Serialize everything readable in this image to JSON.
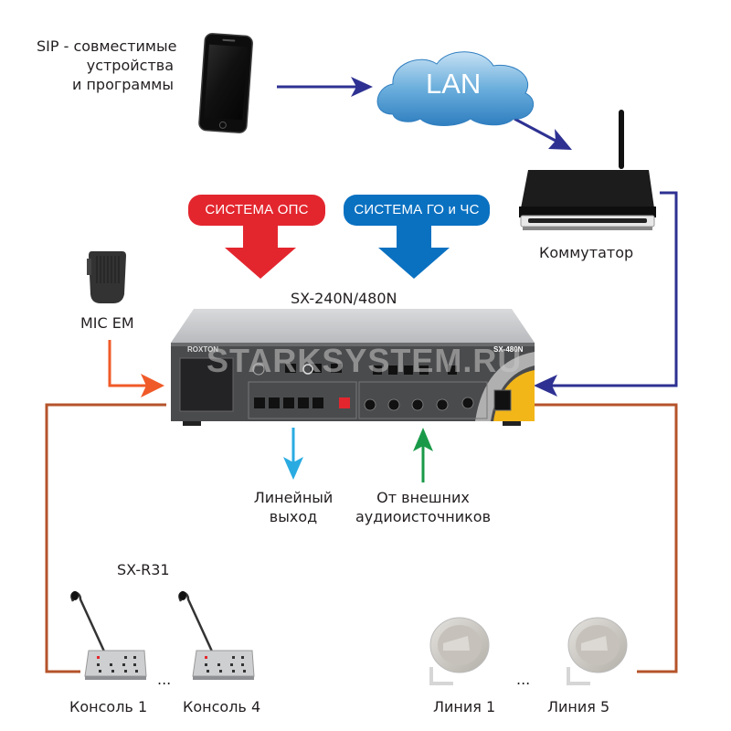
{
  "diagram": {
    "title": "SX-240N/480N connection diagram",
    "watermark": "STARKSYSTEM.RU",
    "colors": {
      "network_wire": "#2e3192",
      "audio_wire": "#b5532a",
      "mic_arrow": "#f05a28",
      "line_out_arrow": "#29abe2",
      "ext_audio_arrow": "#1a9a48",
      "ops_system": "#e3262e",
      "go_chs_system": "#0a71c1",
      "background": "#ffffff"
    },
    "nodes": {
      "sip": {
        "label_lines": [
          "SIP - совместимые",
          "устройства",
          "и программы"
        ],
        "icon": "smartphone-icon"
      },
      "lan": {
        "label": "LAN",
        "icon": "cloud-icon"
      },
      "router": {
        "label": "Коммутатор",
        "icon": "router-icon"
      },
      "ops": {
        "label": "СИСТЕМА ОПС"
      },
      "go_chs": {
        "label": "СИСТЕМА ГО и ЧС"
      },
      "amplifier": {
        "label": "SX-240N/480N",
        "icon": "amplifier-icon",
        "brand": "ROXTON",
        "front_model": "SX-480N"
      },
      "mic": {
        "label": "MIC EM",
        "icon": "handheld-microphone-icon"
      },
      "line_out": {
        "label_lines": [
          "Линейный",
          "выход"
        ]
      },
      "ext_audio": {
        "label_lines": [
          "От внешних",
          "аудиоисточников"
        ]
      },
      "consoles": {
        "model": "SX-R31",
        "items": [
          {
            "label": "Консоль 1"
          },
          {
            "label": "Консоль 4"
          }
        ],
        "ellipsis": "..."
      },
      "lines": {
        "items": [
          {
            "label": "Линия 1"
          },
          {
            "label": "Линия 5"
          }
        ],
        "ellipsis": "..."
      }
    },
    "connections": [
      {
        "from": "sip",
        "to": "lan",
        "type": "network"
      },
      {
        "from": "lan",
        "to": "router",
        "type": "network"
      },
      {
        "from": "router",
        "to": "amplifier",
        "type": "network"
      },
      {
        "from": "ops",
        "to": "amplifier",
        "type": "control"
      },
      {
        "from": "go_chs",
        "to": "amplifier",
        "type": "control"
      },
      {
        "from": "mic",
        "to": "amplifier",
        "type": "audio"
      },
      {
        "from": "amplifier",
        "to": "line_out",
        "type": "audio"
      },
      {
        "from": "ext_audio",
        "to": "amplifier",
        "type": "audio"
      },
      {
        "from": "consoles",
        "to": "amplifier",
        "type": "bus"
      },
      {
        "from": "amplifier",
        "to": "lines",
        "type": "speaker"
      }
    ]
  }
}
